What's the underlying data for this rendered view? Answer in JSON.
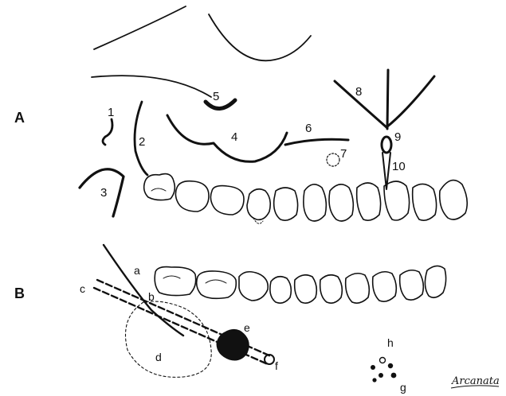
{
  "panels": {
    "A": "A",
    "B": "B"
  },
  "labels_a": {
    "l1": "1",
    "l2": "2",
    "l3": "3",
    "l4": "4",
    "l5": "5",
    "l6": "6",
    "l7": "7",
    "l8": "8",
    "l9": "9",
    "l10": "10"
  },
  "labels_b": {
    "a": "a",
    "b": "b",
    "c": "c",
    "d": "d",
    "e": "e",
    "f": "f",
    "g": "g",
    "h": "h"
  },
  "signature": "Arcanata",
  "colors": {
    "ink": "#111111",
    "paper": "#ffffff"
  }
}
